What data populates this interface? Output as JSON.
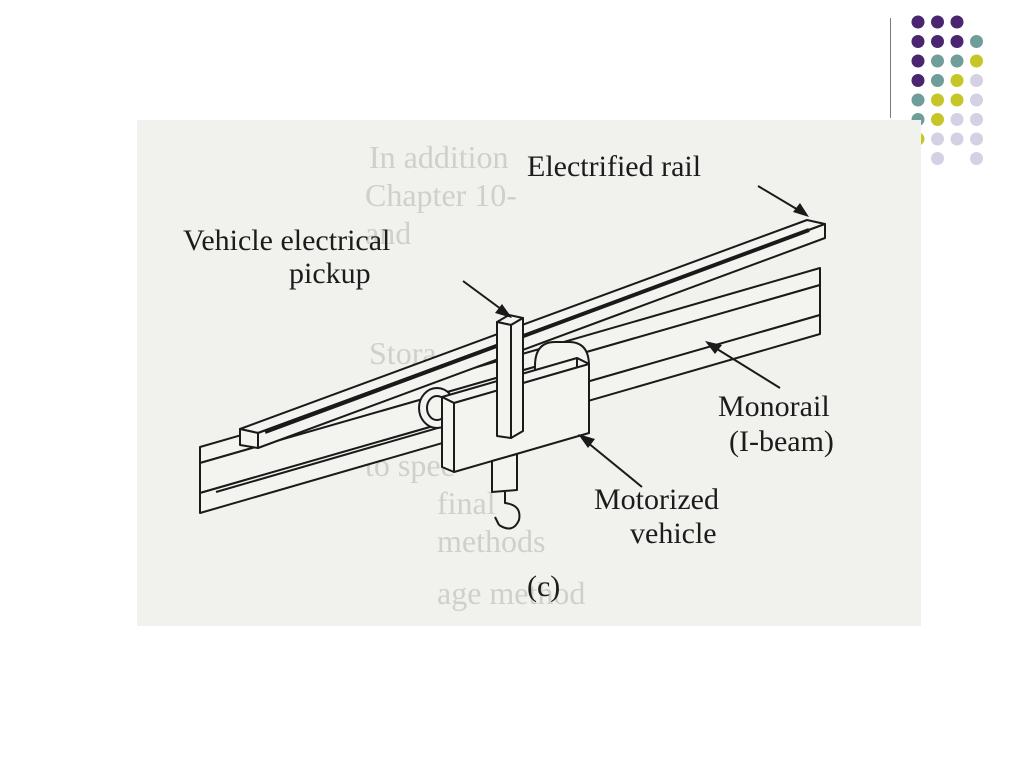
{
  "labels": {
    "electrified_rail": "Electrified rail",
    "pickup_line1": "Vehicle electrical",
    "pickup_line2": "pickup",
    "monorail_line1": "Monorail",
    "monorail_line2": "(I-beam)",
    "vehicle_line1": "Motorized",
    "vehicle_line2": "vehicle",
    "caption": "(c)"
  },
  "bleed_through": [
    "In addition",
    "Chapter 10-",
    "and",
    "Stora",
    "to spec",
    "final",
    "methods",
    "age method"
  ],
  "colors": {
    "dark_purple": "#4a2670",
    "teal": "#6f9e9a",
    "yellow_green": "#c6c629",
    "lavender": "#d2d2e4",
    "panel": "#f1f1ee",
    "divider": "#7a7a7a"
  },
  "dot_grid": [
    [
      "dark_purple",
      "dark_purple",
      "dark_purple",
      null
    ],
    [
      "dark_purple",
      "dark_purple",
      "dark_purple",
      "teal"
    ],
    [
      "dark_purple",
      "teal",
      "teal",
      "yellow_green"
    ],
    [
      "dark_purple",
      "teal",
      "yellow_green",
      "lavender"
    ],
    [
      "teal",
      "yellow_green",
      "yellow_green",
      "lavender"
    ],
    [
      "teal",
      "yellow_green",
      "lavender",
      "lavender"
    ],
    [
      "yellow_green",
      "lavender",
      "lavender",
      "lavender"
    ],
    [
      null,
      "lavender",
      null,
      "lavender"
    ]
  ]
}
